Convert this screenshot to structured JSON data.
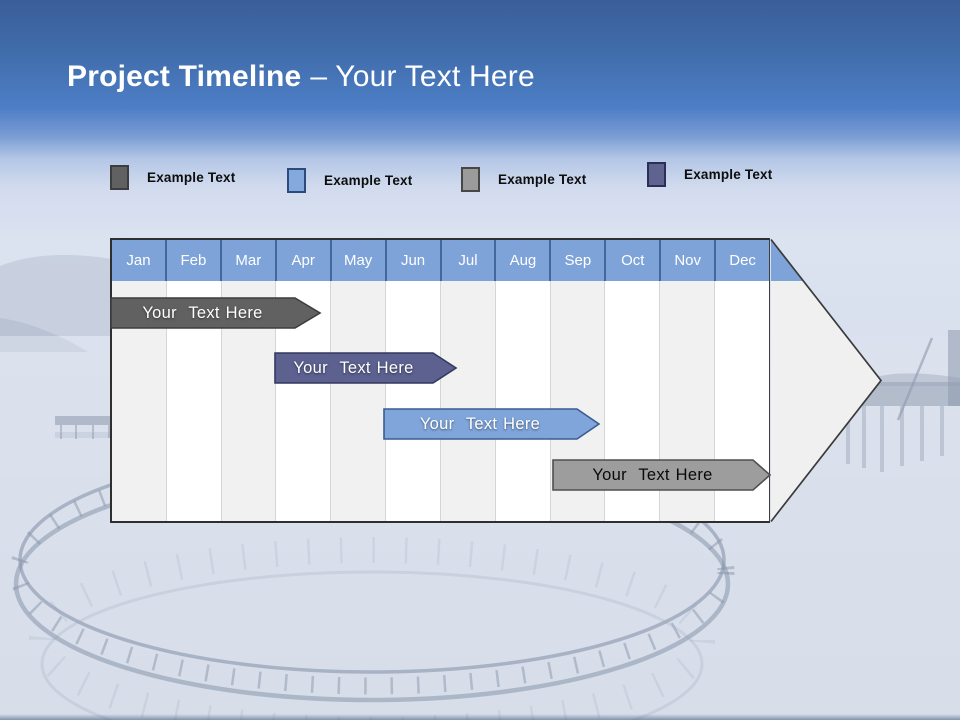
{
  "slide": {
    "title_bold": "Project Timeline",
    "title_regular": "– Your Text Here"
  },
  "legend": {
    "items": [
      {
        "label": "Example Text",
        "color": "#616161",
        "border_color": "#3d3d3d"
      },
      {
        "label": "Example Text",
        "color": "#84a9dd",
        "border_color": "#2a4b7c"
      },
      {
        "label": "Example Text",
        "color": "#9b9b9b",
        "border_color": "#474747"
      },
      {
        "label": "Example Text",
        "color": "#5f6390",
        "border_color": "#2b2e57"
      }
    ]
  },
  "chart_data": {
    "type": "bar",
    "subtype": "gantt-timeline-arrow",
    "title": "Project Timeline – Your Text Here",
    "x_categories": [
      "Jan",
      "Feb",
      "Mar",
      "Apr",
      "May",
      "Jun",
      "Jul",
      "Aug",
      "Sep",
      "Oct",
      "Nov",
      "Dec"
    ],
    "axis_unit": "months",
    "grid": "alternating-column-shading",
    "legend_position": "top",
    "header_bg_color": "#7da3d8",
    "header_separator_color": "#44689e",
    "bars": [
      {
        "label": "Your  Text Here",
        "row": 1,
        "start": "Jan",
        "end": "Apr",
        "start_month_index": 0,
        "end_month_index": 3.4,
        "fill": "#616161",
        "stroke": "#3d3d3d",
        "text_color": "#ffffff"
      },
      {
        "label": "Your  Text Here",
        "row": 2,
        "start": "Mar",
        "end": "Jun",
        "start_month_index": 2,
        "end_month_index": 6.1,
        "fill": "#5c6190",
        "stroke": "#35395f",
        "text_color": "#ffffff"
      },
      {
        "label": "Your  Text Here",
        "row": 3,
        "start": "Jun",
        "end": "Sep",
        "start_month_index": 5,
        "end_month_index": 8.6,
        "fill": "#7fa5da",
        "stroke": "#3a5c92",
        "text_color": "#ffffff"
      },
      {
        "label": "Your  Text Here",
        "row": 4,
        "start": "Sep",
        "end": "Dec",
        "start_month_index": 8,
        "end_month_index": 12,
        "fill": "#9d9d9d",
        "stroke": "#4f4f4f",
        "text_color": "#000000"
      }
    ]
  }
}
